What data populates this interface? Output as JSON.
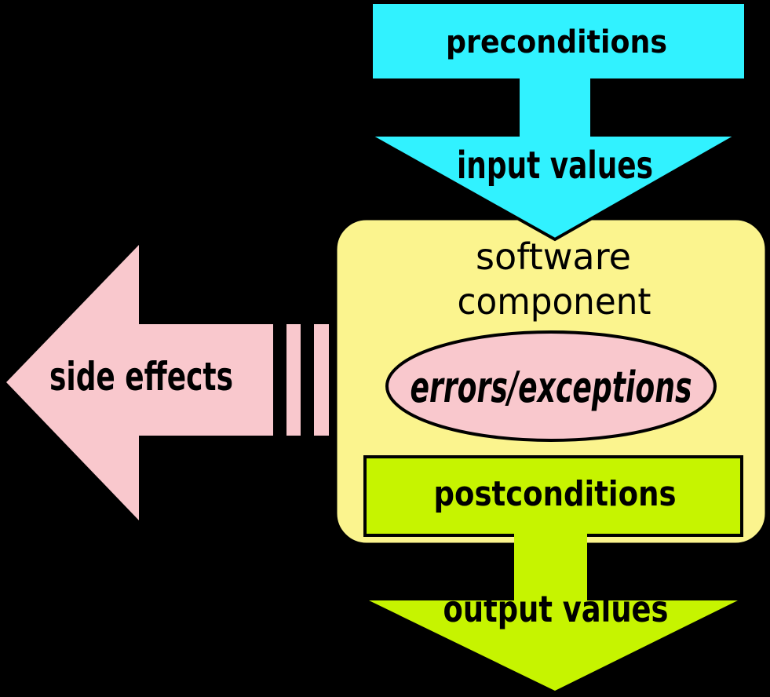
{
  "colors": {
    "background": "#000000",
    "cyan": "#31f2ff",
    "yellow": "#fbf48e",
    "green": "#c6f400",
    "pink": "#f9c8cd",
    "outline": "#000000",
    "text": "#000000"
  },
  "nodes": {
    "preconditions": {
      "label": "preconditions"
    },
    "input_arrow": {
      "label": "input values"
    },
    "software_component": {
      "label_line1": "software",
      "label_line2": "component"
    },
    "errors": {
      "label": "errors/exceptions"
    },
    "postconditions": {
      "label": "postconditions"
    },
    "output_arrow": {
      "label": "output values"
    },
    "side_effects": {
      "label": "side effects"
    }
  }
}
